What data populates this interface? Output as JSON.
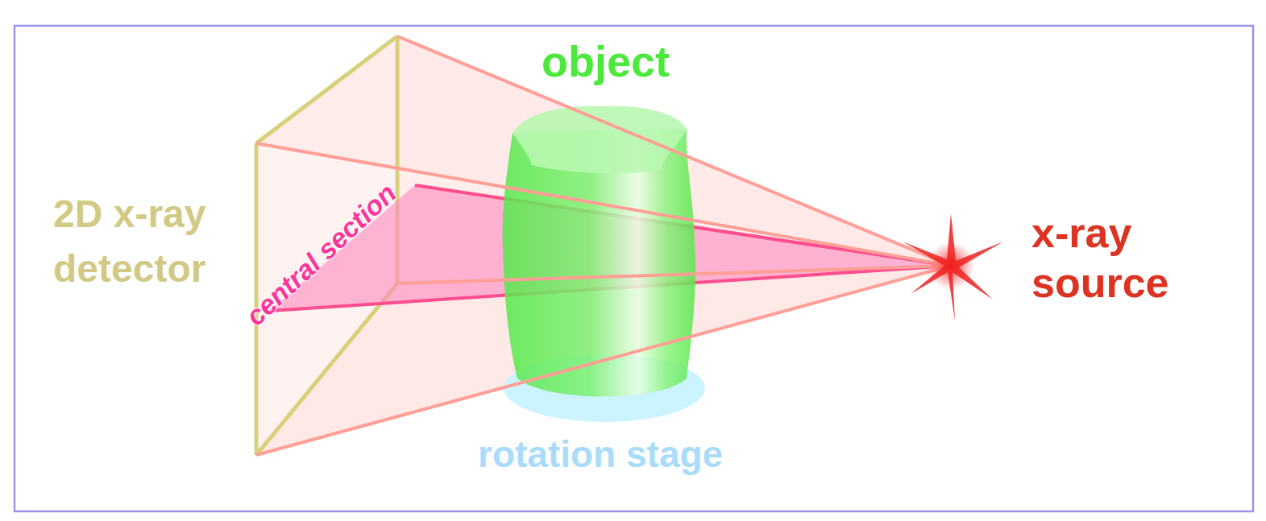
{
  "diagram": {
    "labels": [
      "object",
      "2D x-ray detector",
      "central section",
      "x-ray source",
      "rotation stage"
    ]
  }
}
